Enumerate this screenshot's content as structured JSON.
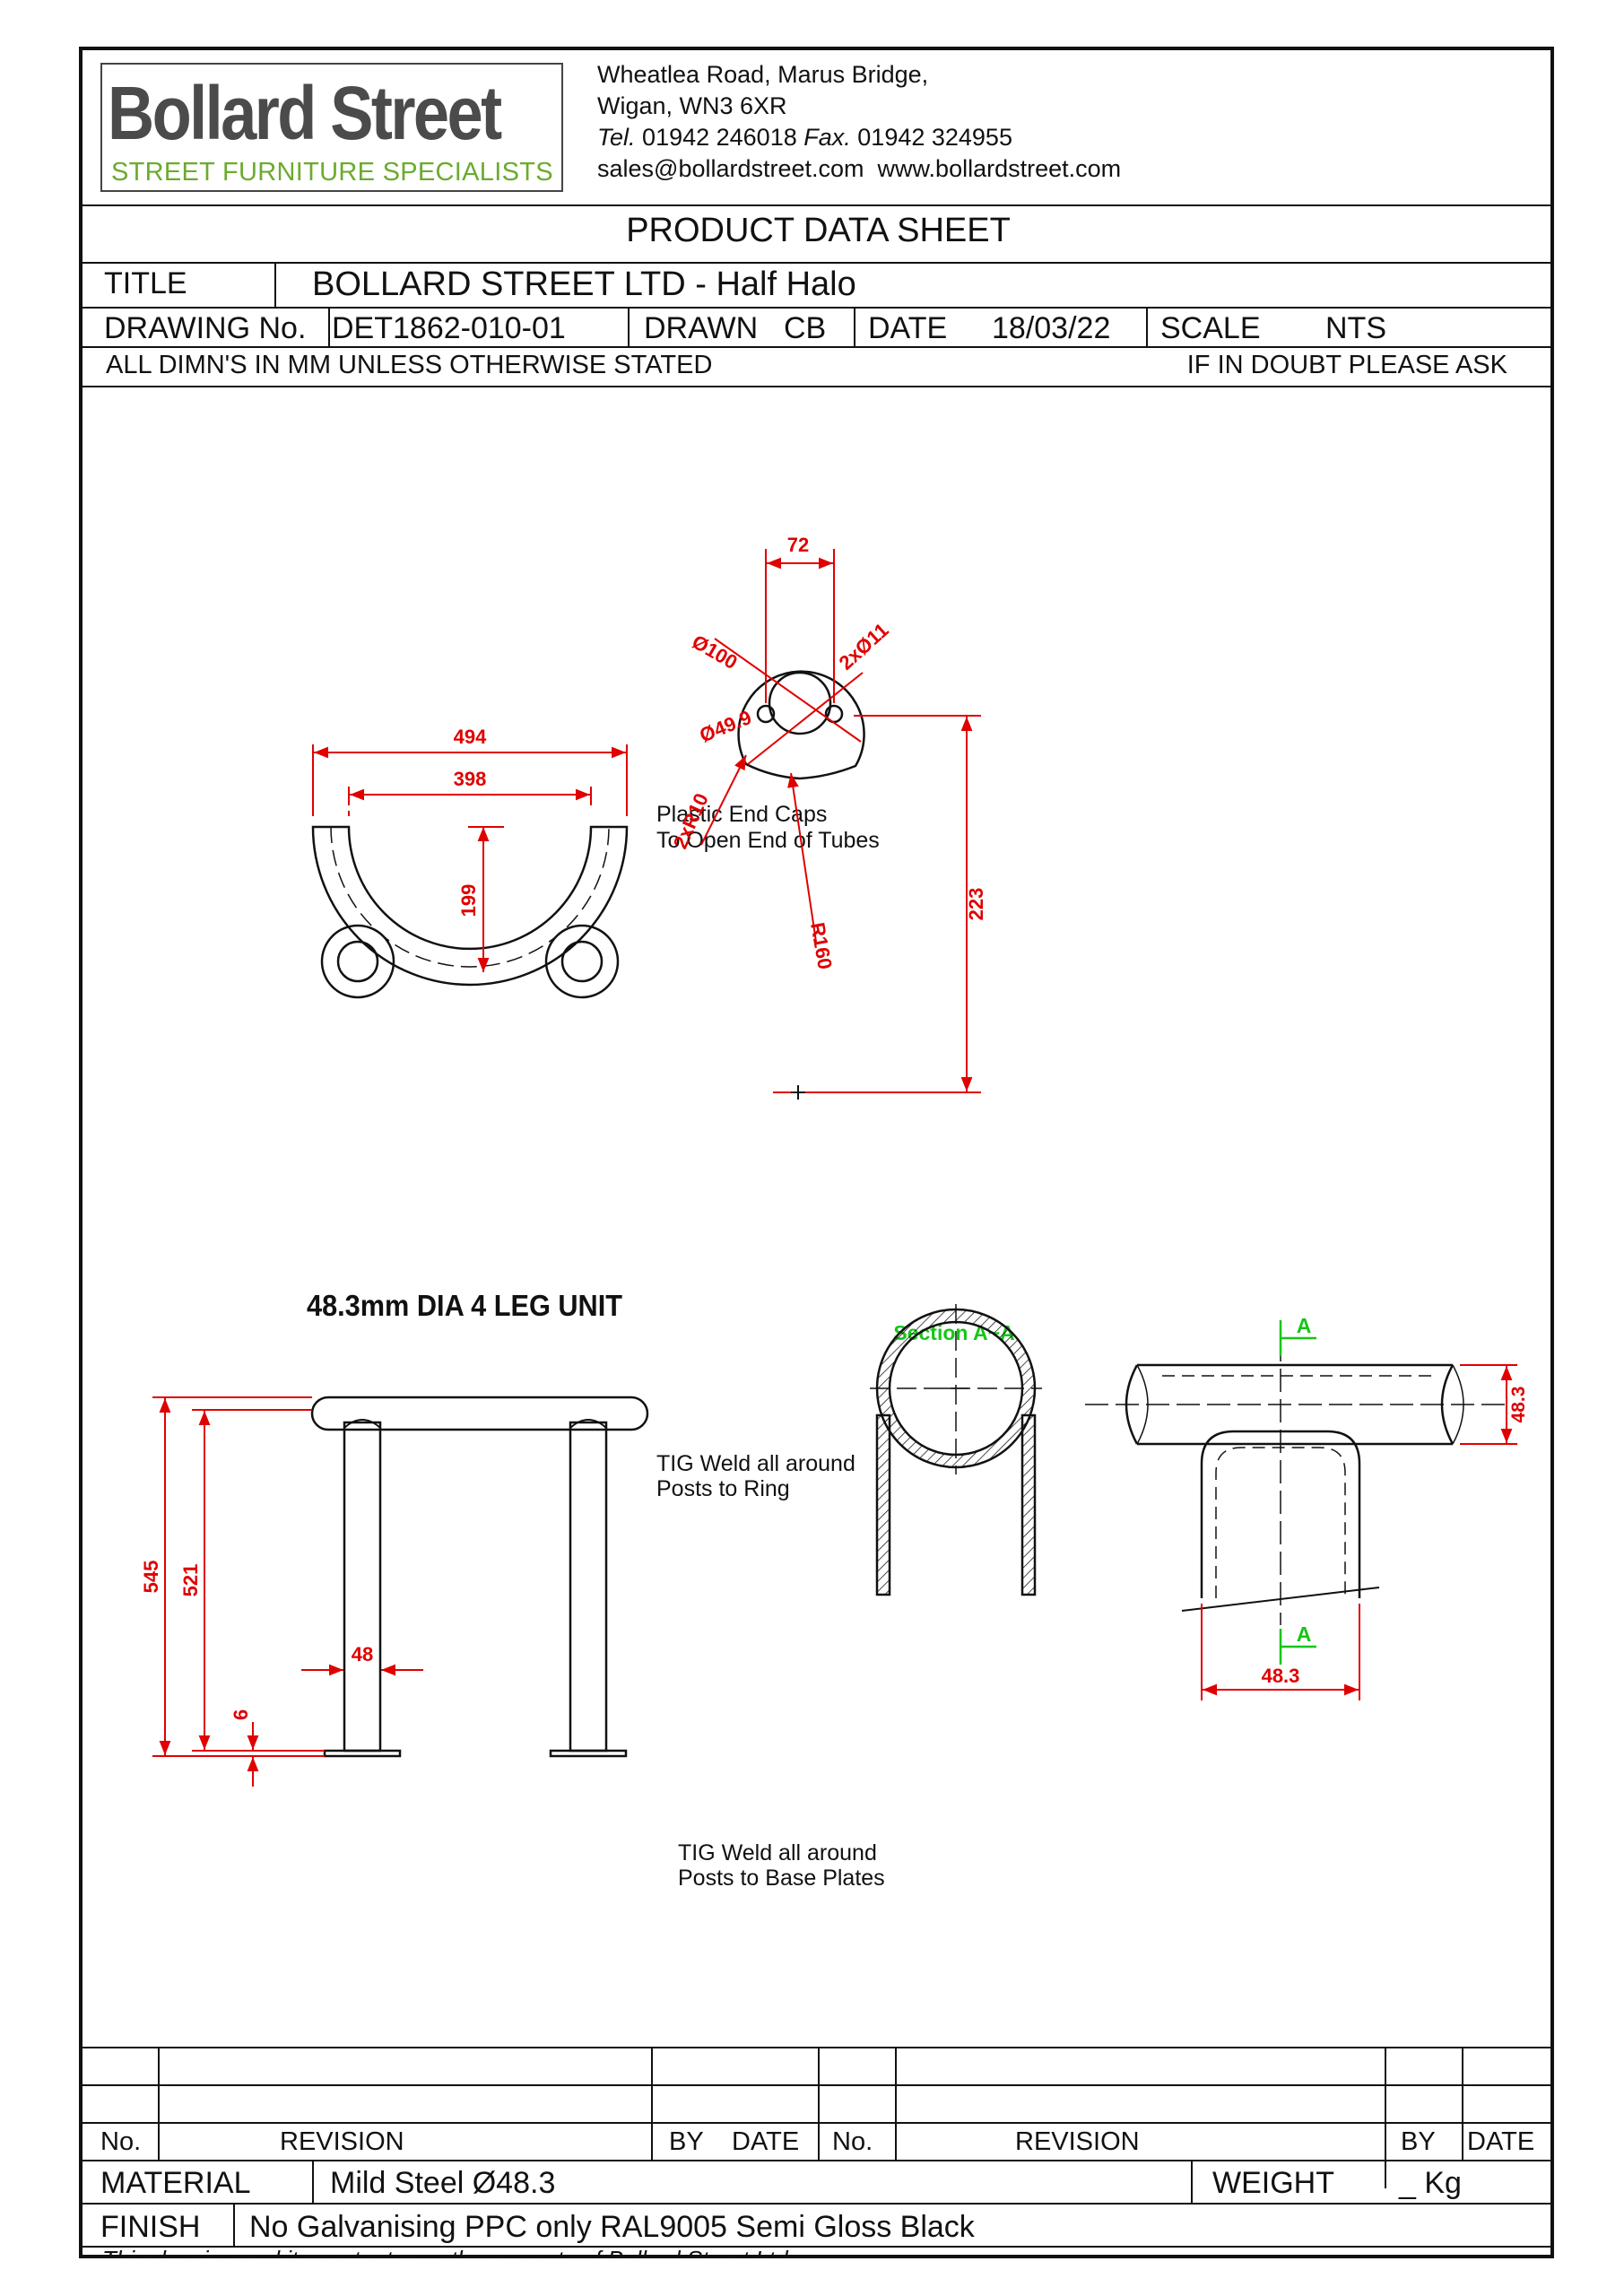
{
  "company": {
    "logo_main": "Bollard Street",
    "logo_sub": "STREET FURNITURE SPECIALISTS",
    "address_line1": "Wheatlea Road, Marus Bridge,",
    "address_line2": "Wigan, WN3 6XR",
    "tel_label": "Tel.",
    "tel": "01942 246018",
    "fax_label": "Fax.",
    "fax": "01942 324955",
    "email": "sales@bollardstreet.com",
    "website": "www.bollardstreet.com"
  },
  "sheet": {
    "heading": "PRODUCT DATA SHEET",
    "title_label": "TITLE",
    "title_value": "BOLLARD STREET LTD  - Half Halo",
    "drawing_no_label": "DRAWING No.",
    "drawing_no": "DET1862-010-01",
    "drawn_label": "DRAWN",
    "drawn": "CB",
    "date_label": "DATE",
    "date": "18/03/22",
    "scale_label": "SCALE",
    "scale": "NTS",
    "note_left": "ALL DIMN'S IN MM UNLESS OTHERWISE STATED",
    "note_right": "IF IN DOUBT PLEASE ASK"
  },
  "drawing": {
    "unit_title": "48.3mm DIA 4 LEG UNIT",
    "section_label": "Section A~A",
    "note_end_caps_1": "Plastic End Caps",
    "note_end_caps_2": "To Open End of Tubes",
    "note_weld_ring_1": "TIG Weld all around",
    "note_weld_ring_2": "Posts to Ring",
    "note_weld_base_1": "TIG Weld all around",
    "note_weld_base_2": "Posts to Base Plates",
    "dims": {
      "top_outer_width": "494",
      "top_inner_width": "398",
      "top_depth": "199",
      "plate_spacing": "72",
      "plate_dia": "Ø100",
      "plate_holes": "2xØ11",
      "plate_bore": "Ø49.9",
      "plate_radius_small": "2xR10",
      "plate_radius_large": "R160",
      "plate_offset": "223",
      "overall_height": "545",
      "post_height": "521",
      "post_dia": "48",
      "base_thickness": "6",
      "tube_dia_side": "48.3",
      "tube_dia_bottom": "48.3",
      "section_mark": "A"
    }
  },
  "revisions": {
    "headers": {
      "no": "No.",
      "revision": "REVISION",
      "by": "BY",
      "date": "DATE",
      "no2": "No.",
      "revision2": "REVISION",
      "by2": "BY",
      "date2": "DATE"
    }
  },
  "material": {
    "material_label": "MATERIAL",
    "material_value": "Mild Steel Ø48.3",
    "weight_label": "WEIGHT",
    "weight_value": "_ Kg",
    "finish_label": "FINISH",
    "finish_value": "No Galvanising PPC only RAL9005 Semi Gloss Black",
    "footer": "This drawing and its contents are the property of Bollard Street Ltd"
  },
  "colors": {
    "dimension": "#e00000",
    "section": "#16c616",
    "logo_green": "#6bab2e",
    "logo_grey": "#4b4b4b"
  }
}
